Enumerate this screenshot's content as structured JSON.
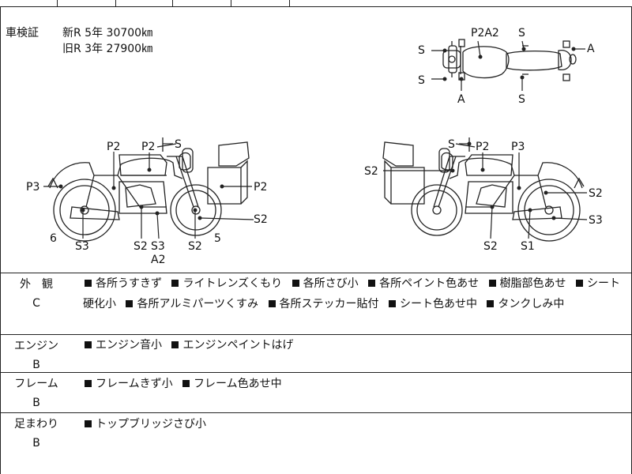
{
  "shaken": {
    "label": "車検証",
    "new_row": "新R  5年  30700㎞",
    "old_row": "旧R  3年  27900㎞"
  },
  "top_view_labels": [
    "P2A2",
    "S",
    "S",
    "A",
    "S",
    "A",
    "S"
  ],
  "left_view_labels": [
    "P2",
    "P2",
    "S",
    "P3",
    "P2",
    "6",
    "S3",
    "S2",
    "S3",
    "A2",
    "S2",
    "5",
    "S2"
  ],
  "right_view_labels": [
    "S",
    "P2",
    "P3",
    "S2",
    "S2",
    "S3",
    "S2",
    "S1"
  ],
  "conditions": [
    {
      "category": "外　観",
      "grade": "C",
      "lines": [
        [
          "各所うすきず",
          "ライトレンズくもり",
          "各所さび小",
          "各所ペイント色あせ",
          "樹脂部色あせ",
          "シート"
        ],
        [
          "硬化小",
          "各所アルミパーツくすみ",
          "各所ステッカー貼付",
          "シート色あせ中",
          "タンクしみ中"
        ]
      ]
    },
    {
      "category": "エンジン",
      "grade": "B",
      "lines": [
        [
          "エンジン音小",
          "エンジンペイントはげ"
        ]
      ]
    },
    {
      "category": "フレーム",
      "grade": "B",
      "lines": [
        [
          "フレームきず小",
          "フレーム色あせ中"
        ]
      ]
    },
    {
      "category": "足まわり",
      "grade": "B",
      "lines": [
        [
          "トップブリッジさび小"
        ]
      ]
    }
  ]
}
